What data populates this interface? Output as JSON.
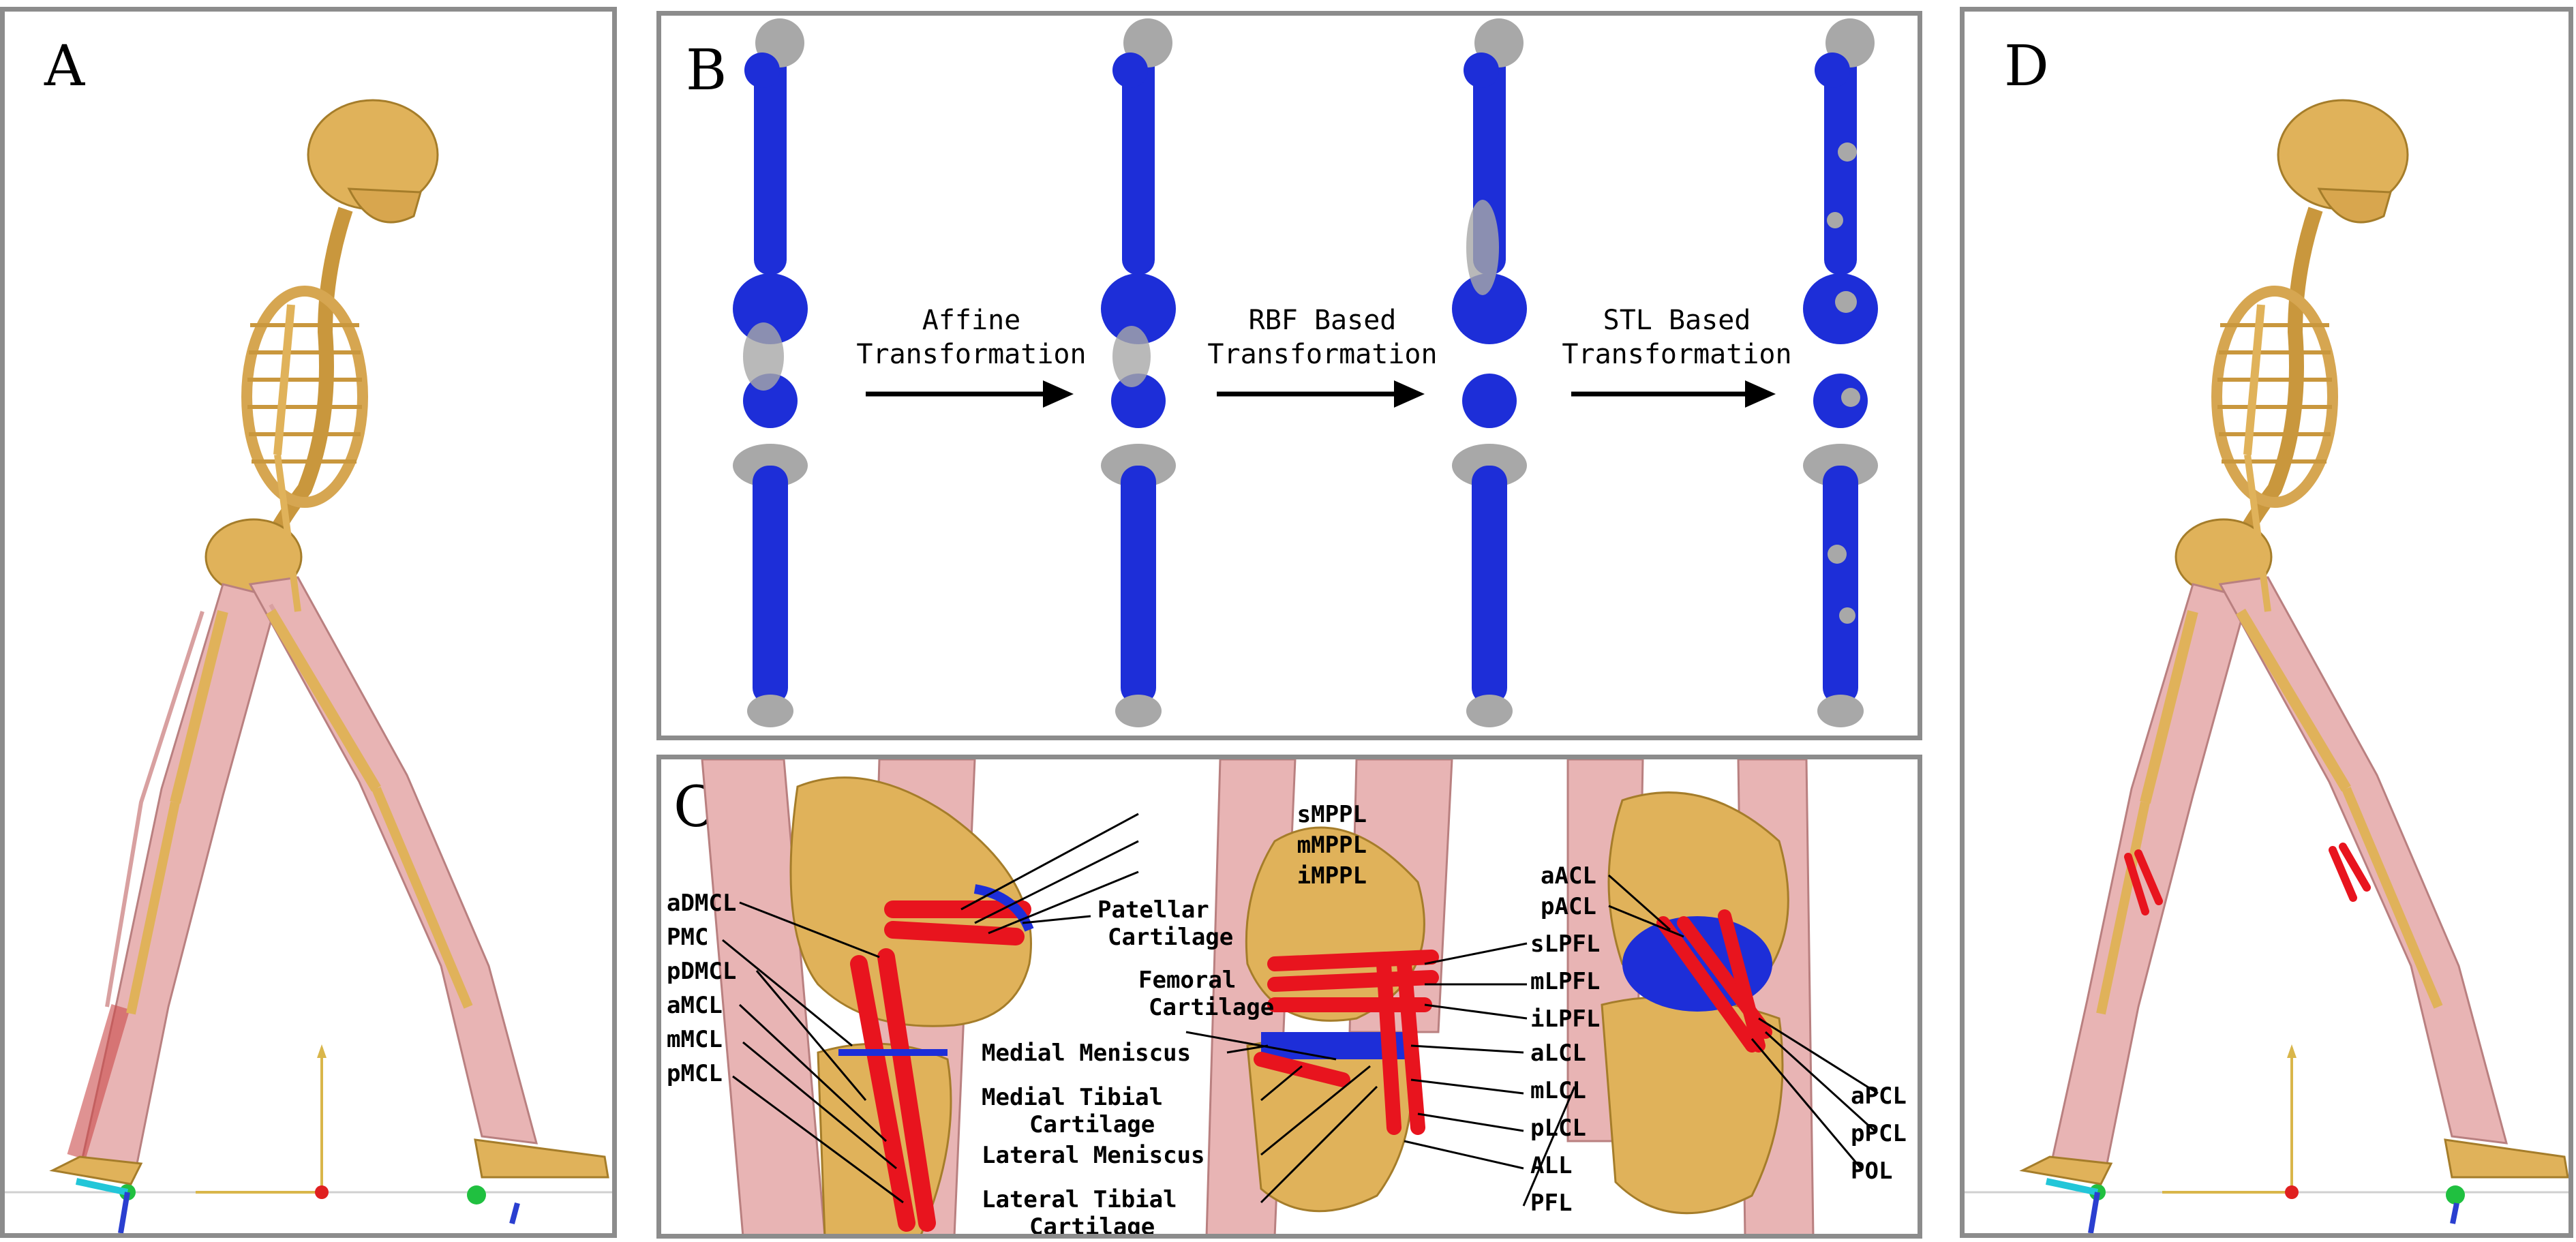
{
  "panels": {
    "a": {
      "label": "A"
    },
    "b": {
      "label": "B",
      "steps": [
        {
          "line1": "Affine",
          "line2": "Transformation"
        },
        {
          "line1": "RBF Based",
          "line2": "Transformation"
        },
        {
          "line1": "STL Based",
          "line2": "Transformation"
        }
      ]
    },
    "c": {
      "label": "C",
      "labels": {
        "smppl": "sMPPL",
        "mmppl": "mMPPL",
        "imppl": "iMPPL",
        "patellar1": "Patellar",
        "patellar2": "Cartilage",
        "admcl": "aDMCL",
        "pmc": "PMC",
        "pdmcl": "pDMCL",
        "amcl": "aMCL",
        "mmcl": "mMCL",
        "pmcl": "pMCL",
        "femoral1": "Femoral",
        "femoral2": "Cartilage",
        "medmen": "Medial Meniscus",
        "medtib1": "Medial Tibial",
        "medtib2": "Cartilage",
        "latmen": "Lateral Meniscus",
        "lattib1": "Lateral Tibial",
        "lattib2": "Cartilage",
        "slpfl": "sLPFL",
        "mlpfl": "mLPFL",
        "ilpfl": "iLPFL",
        "alcl": "aLCL",
        "mlcl": "mLCL",
        "plcl": "pLCL",
        "all": "ALL",
        "pfl": "PFL",
        "aacl": "aACL",
        "pacl": "pACL",
        "apcl": "aPCL",
        "ppcl": "pPCL",
        "pol": "POL"
      }
    },
    "d": {
      "label": "D"
    }
  },
  "colors": {
    "border": "#8c8c8c",
    "bone": "#e0b25a",
    "muscle": "#e8b4b4",
    "ligament": "#e8141e",
    "cartilage_blue": "#1d2ed8",
    "bone_grey": "#a8a8a8"
  }
}
